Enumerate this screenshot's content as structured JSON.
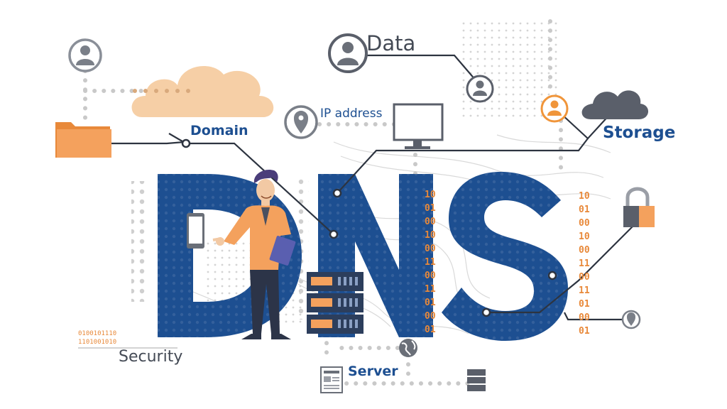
{
  "title": "DNS",
  "labels": {
    "data": "Data",
    "ip_address": "IP address",
    "domain": "Domain",
    "storage": "Storage",
    "security": "Security",
    "server": "Server"
  },
  "binary_column_1": [
    "10",
    "01",
    "00",
    "10",
    "00",
    "11",
    "00",
    "11",
    "01",
    "00",
    "01"
  ],
  "binary_column_2": [
    "10",
    "01",
    "00",
    "10",
    "00",
    "11",
    "00",
    "11",
    "01",
    "00",
    "01"
  ],
  "binary_strip": [
    "0100101110",
    "1101001010"
  ],
  "colors": {
    "primary_blue": "#1d4f91",
    "accent_orange": "#f4a15d",
    "orange_dark": "#e8893a",
    "peach_cloud": "#f6cfa6",
    "dark_gray": "#5a5f6a",
    "dot_gray": "#c7c7c7",
    "line_dark": "#2d3440"
  },
  "icons": [
    "user-icon",
    "cloud-icon",
    "folder-icon",
    "location-pin-icon",
    "monitor-icon",
    "lock-icon",
    "server-icon",
    "globe-icon",
    "document-icon",
    "smartphone-icon",
    "tablet-icon"
  ]
}
